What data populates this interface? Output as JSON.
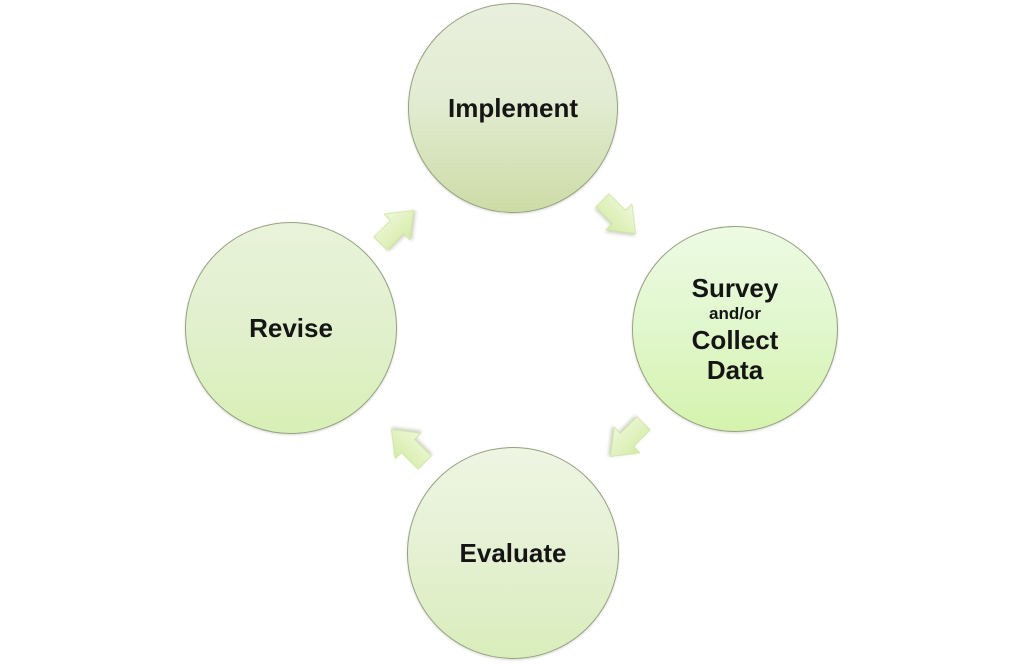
{
  "diagram": {
    "type": "cycle",
    "nodes": [
      {
        "id": "implement",
        "label": "Implement"
      },
      {
        "id": "survey-collect-data",
        "lines": [
          "Survey",
          "and/or",
          "Collect",
          "Data"
        ]
      },
      {
        "id": "revise",
        "label": "Revise"
      },
      {
        "id": "evaluate",
        "label": "Evaluate"
      }
    ],
    "arrows": [
      {
        "name": "implement-to-survey",
        "direction": "down-right"
      },
      {
        "name": "survey-to-evaluate",
        "direction": "down-left"
      },
      {
        "name": "evaluate-to-revise",
        "direction": "up-left"
      },
      {
        "name": "revise-to-implement",
        "direction": "up-right"
      }
    ],
    "colors": {
      "background": "#ffffff",
      "circle_border": "#97a083",
      "circle_gradient_top": "#ebf4e0",
      "circle_gradient_bottom": "#d2e5ab",
      "arrow_fill_top": "#eaf6d2",
      "arrow_fill_bottom": "#d4eca7",
      "text": "#151515"
    }
  }
}
